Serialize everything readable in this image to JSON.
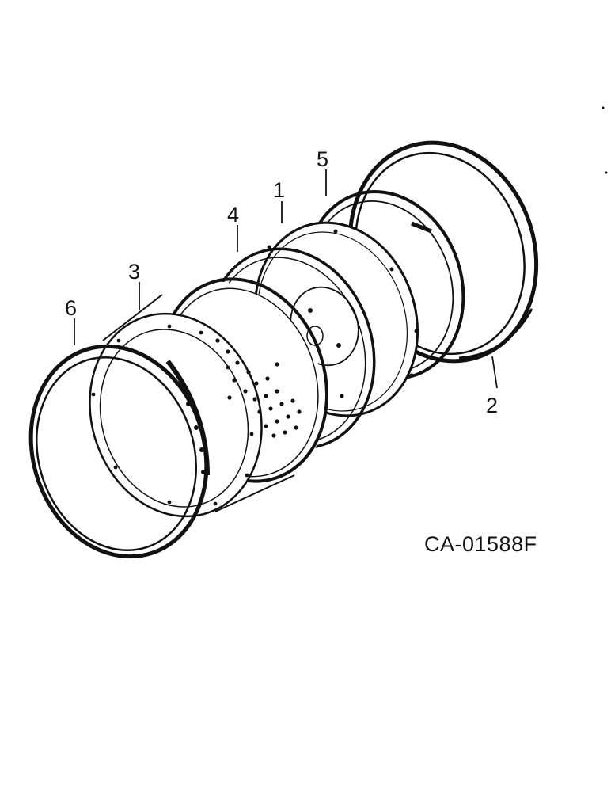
{
  "diagram": {
    "part_code": "CA-01588F",
    "callouts": [
      {
        "id": "1",
        "label": "1"
      },
      {
        "id": "2",
        "label": "2"
      },
      {
        "id": "3",
        "label": "3"
      },
      {
        "id": "4",
        "label": "4"
      },
      {
        "id": "5",
        "label": "5"
      },
      {
        "id": "6",
        "label": "6"
      }
    ],
    "colors": {
      "ink": "#111111",
      "paper": "#ffffff"
    }
  }
}
